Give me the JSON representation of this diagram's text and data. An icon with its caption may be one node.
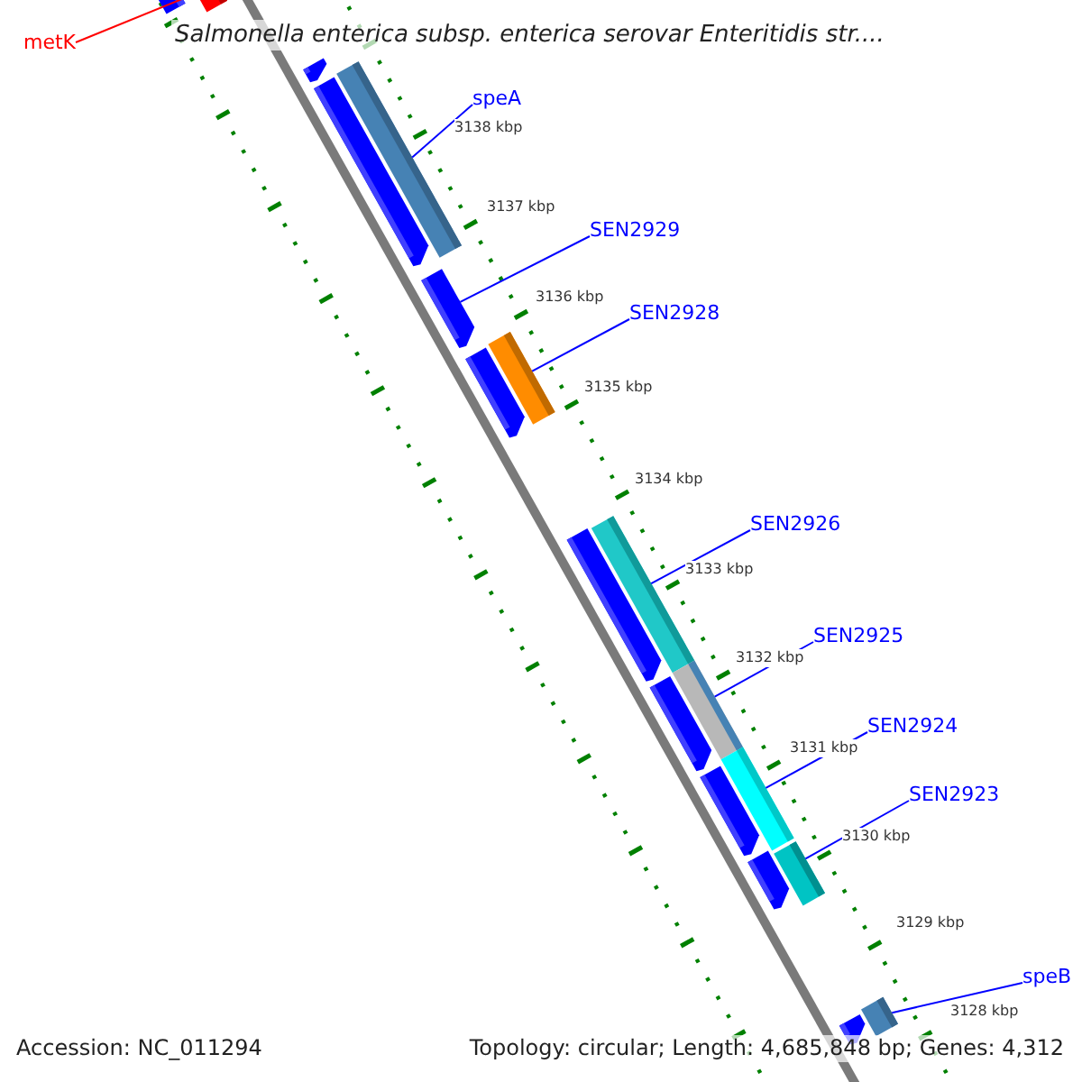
{
  "diagram": {
    "title": "Salmonella enterica subsp. enterica serovar Enteritidis str....",
    "nodes": [
      {
        "text": [
          "metK"
        ]
      },
      {
        "text": [
          "speA"
        ]
      },
      {
        "text": [
          "SEN2929"
        ]
      },
      {
        "text": [
          "SEN2928"
        ]
      },
      {
        "text": [
          "SEN2926"
        ]
      },
      {
        "text": [
          "SEN2925"
        ]
      },
      {
        "text": [
          "SEN2924"
        ]
      },
      {
        "text": [
          "SEN2923"
        ]
      },
      {
        "text": [
          "speB"
        ]
      },
      {
        "text": [],
        "shape": "bar"
      },
      {
        "text": [],
        "shape": "bar"
      },
      {
        "text": [],
        "shape": "bar"
      },
      {
        "text": [],
        "shape": "bar"
      },
      {
        "text": [],
        "shape": "bar"
      },
      {
        "text": [],
        "shape": "bar"
      },
      {
        "text": [],
        "shape": "bar"
      },
      {
        "text": [],
        "shape": "bar"
      },
      {
        "text": [],
        "shape": "arrow"
      },
      {
        "text": [],
        "shape": "arrow"
      },
      {
        "text": [],
        "shape": "arrow"
      },
      {
        "text": [],
        "shape": "arrow"
      },
      {
        "text": [],
        "shape": "arrow"
      },
      {
        "text": [],
        "shape": "arrow"
      },
      {
        "text": [],
        "shape": "arrow"
      },
      {
        "text": [],
        "shape": "arrow"
      },
      {
        "text": [],
        "shape": "arrow"
      },
      {
        "text": [],
        "shape": "bar"
      }
    ],
    "edges": [
      {
        "from": 0,
        "to": 9,
        "arrow": "none",
        "color": "#ff0000"
      },
      {
        "from": 1,
        "to": 10,
        "arrow": "none"
      },
      {
        "from": 2,
        "to": 19,
        "arrow": "none"
      },
      {
        "from": 3,
        "to": 11,
        "arrow": "none"
      },
      {
        "from": 4,
        "to": 12,
        "arrow": "none"
      },
      {
        "from": 5,
        "to": 13,
        "arrow": "none"
      },
      {
        "from": 6,
        "to": 14,
        "arrow": "none"
      },
      {
        "from": 7,
        "to": 15,
        "arrow": "none"
      },
      {
        "from": 8,
        "to": 16,
        "arrow": "none"
      }
    ],
    "labels": [
      "3138 kbp",
      "3137 kbp",
      "3136 kbp",
      "3135 kbp",
      "3134 kbp",
      "3133 kbp",
      "3132 kbp",
      "3131 kbp",
      "3130 kbp",
      "3129 kbp",
      "3128 kbp",
      "Accession: NC_011294",
      "Topology: circular; Length: 4,685,848 bp; Genes: 4,312"
    ]
  }
}
